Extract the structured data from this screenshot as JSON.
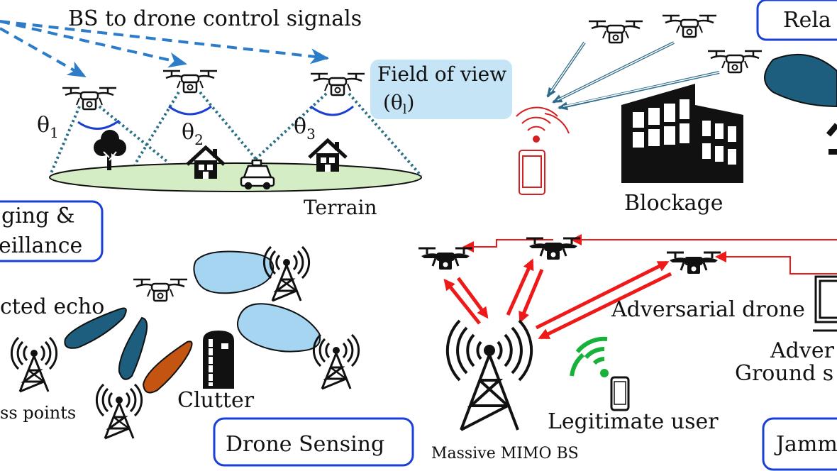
{
  "labels": {
    "control_signals": "BS to drone control signals",
    "field_of_view_line1": "Field of view",
    "field_of_view_line2": "(θ",
    "field_of_view_sub": "l",
    "field_of_view_close": ")",
    "theta1": "θ",
    "theta1_sub": "1",
    "theta2": "θ",
    "theta2_sub": "2",
    "theta3": "θ",
    "theta3_sub": "3",
    "terrain": "Terrain",
    "imaging_line1": "ging &",
    "imaging_line2": "eillance",
    "relay": "Rela",
    "blockage": "Blockage",
    "reflected_echo": "cted echo",
    "access_points": "ss points",
    "clutter": "Clutter",
    "drone_sensing": "Drone Sensing",
    "massive_mimo": "Massive MIMO BS",
    "legitimate_user": "Legitimate user",
    "adversarial_drone": "Adversarial drone",
    "adversarial_ground_line1": "Adver",
    "adversarial_ground_line2": "Ground s",
    "jamming": "Jamm"
  },
  "colors": {
    "control_arrow": "#2c7cc9",
    "fov_arc": "#1b3fd1",
    "box_border": "#1a3fd6",
    "terrain_fill": "#d4edc4",
    "echo_dark": "#1d5d7d",
    "echo_light": "#a6d5f2",
    "echo_orange": "#c45412",
    "jam_red": "#ee1a1a",
    "user_green": "#18b23a",
    "relay_phone": "#d42020",
    "relay_arrow": "#2d6b8a"
  }
}
